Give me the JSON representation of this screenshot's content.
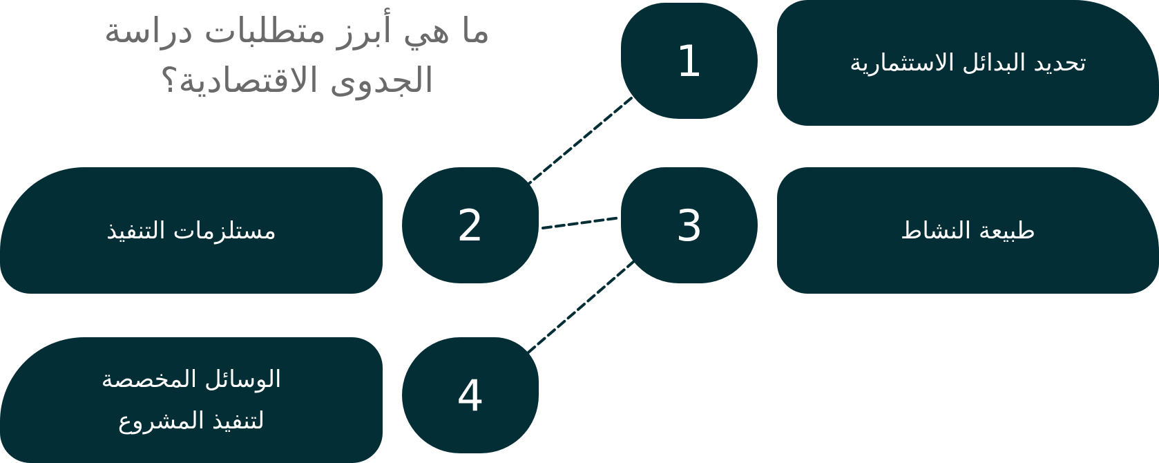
{
  "title": {
    "line1": "ما هي أبرز متطلبات دراسة",
    "line2": "الجدوى الاقتصادية؟"
  },
  "steps": [
    {
      "number": "1",
      "label": "تحديد البدائل الاستثمارية"
    },
    {
      "number": "2",
      "label": "مستلزمات التنفيذ"
    },
    {
      "number": "3",
      "label": "طبيعة النشاط"
    },
    {
      "number": "4",
      "label_line1": "الوسائل المخصصة",
      "label_line2": "لتنفيذ المشروع"
    }
  ],
  "colors": {
    "primary": "#032e35",
    "title": "#6a6a6a",
    "background": "#ffffff"
  }
}
